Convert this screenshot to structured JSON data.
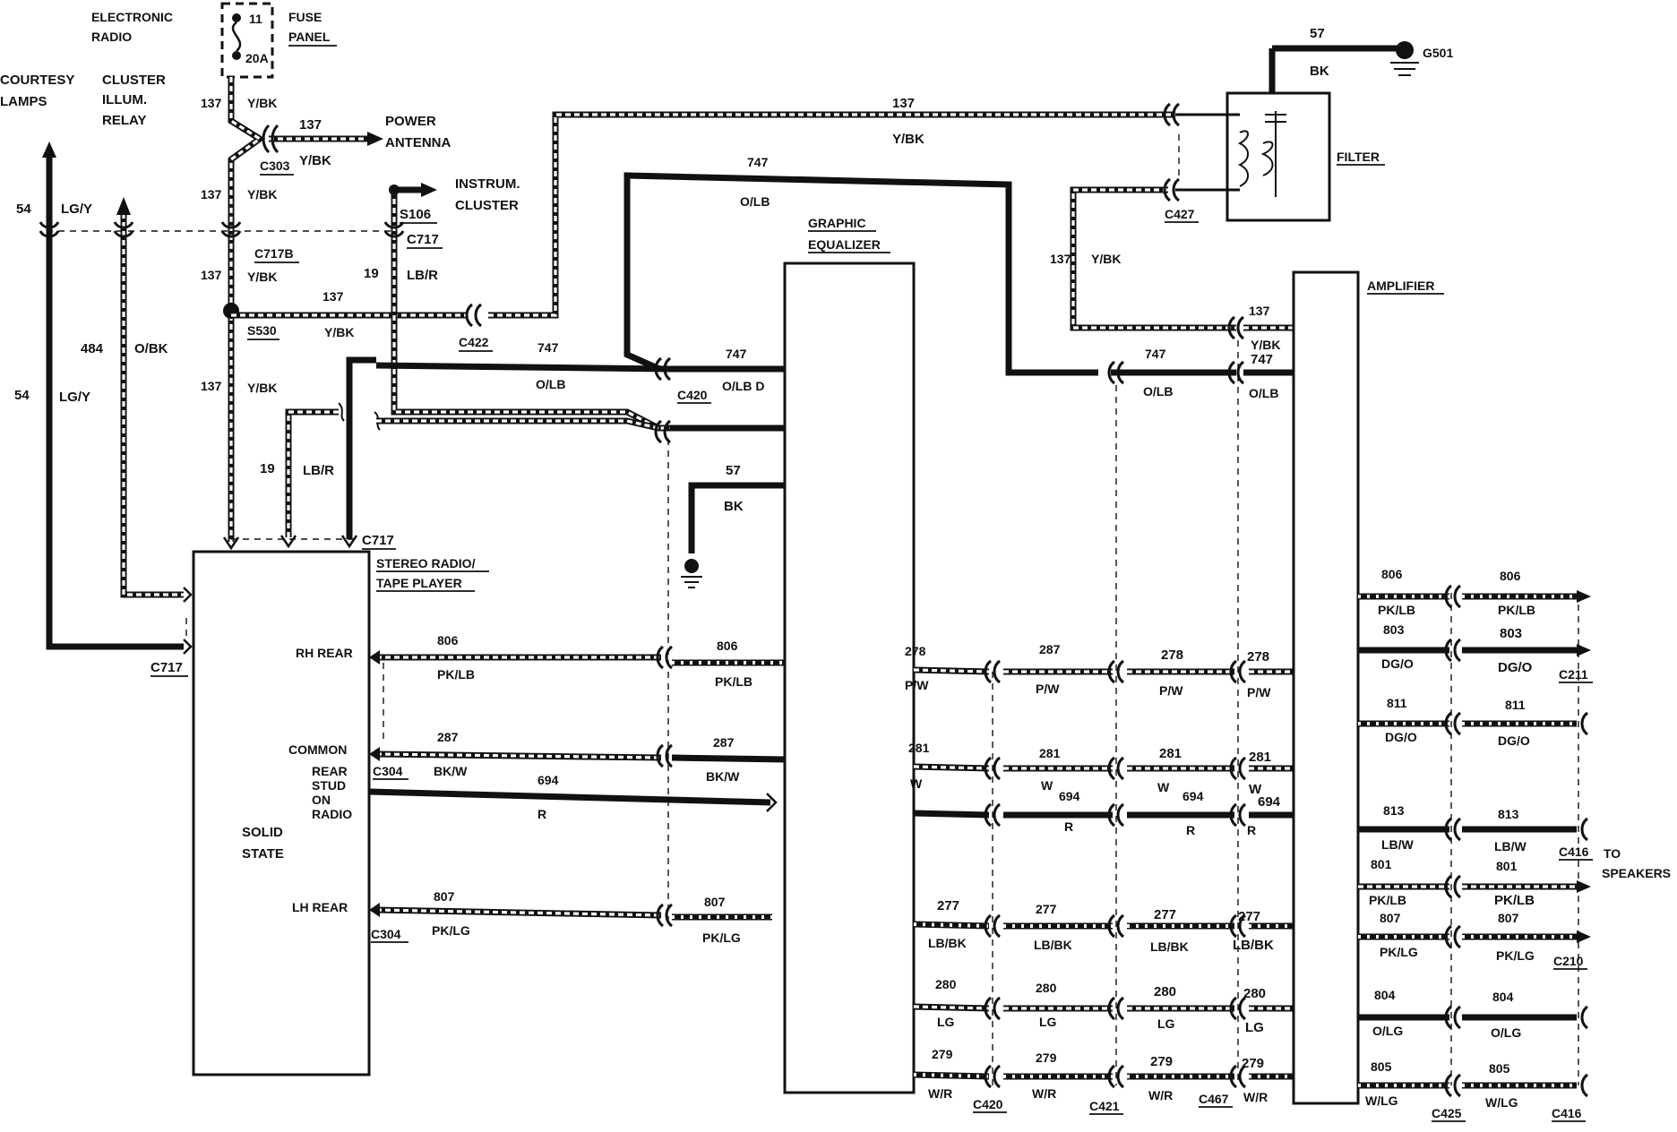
{
  "components": {
    "fuse": {
      "label": "FUSE PANEL",
      "line1": "FUSE",
      "line2": "PANEL",
      "pin_top": "11",
      "rating": "20A",
      "circuit_label_1": "ELECTRONIC",
      "circuit_label_2": "RADIO"
    },
    "courtesy_lamps": {
      "line1": "COURTESY",
      "line2": "LAMPS"
    },
    "cluster_relay": {
      "line1": "CLUSTER",
      "line2": "ILLUM.",
      "line3": "RELAY"
    },
    "power_antenna": {
      "line1": "POWER",
      "line2": "ANTENNA"
    },
    "instrument_cluster": {
      "line1": "INSTRUM.",
      "line2": "CLUSTER"
    },
    "radio": {
      "label1": "STEREO RADIO/",
      "label2": "TAPE PLAYER",
      "state1": "SOLID",
      "state2": "STATE",
      "rh_rear": "RH REAR",
      "common": "COMMON",
      "lh_rear": "LH REAR",
      "stud1": "REAR",
      "stud2": "STUD",
      "stud3": "ON",
      "stud4": "RADIO"
    },
    "equalizer": {
      "line1": "GRAPHIC",
      "line2": "EQUALIZER"
    },
    "amplifier": {
      "label": "AMPLIFIER"
    },
    "filter": {
      "label": "FILTER"
    },
    "ground": {
      "label": "G501"
    },
    "to_speakers": {
      "line1": "TO",
      "line2": "SPEAKERS"
    }
  },
  "connectors": {
    "c303": "C303",
    "c717b": "C717B",
    "s106": "S106",
    "c717a": "C717",
    "s530": "S530",
    "c422": "C422",
    "c427": "C427",
    "c420": "C420",
    "c717_radio": "C717",
    "c717_left": "C717",
    "c304a": "C304",
    "c304b": "C304",
    "c420b": "C420",
    "c421": "C421",
    "c467": "C467",
    "c211": "C211",
    "c416a": "C416",
    "c210": "C210",
    "c425": "C425",
    "c416b": "C416"
  },
  "wires": {
    "w137_fuse": "137",
    "yb_fuse": "Y/BK",
    "w137_ant": "137",
    "yb_ant": "Y/BK",
    "w137_b": "137",
    "yb_b": "Y/BK",
    "w137_c": "137",
    "yb_c": "Y/BK",
    "w137_s530": "137",
    "yb_s530": "Y/BK",
    "w137_d": "137",
    "yb_d": "Y/BK",
    "w137_top": "137",
    "yb_top": "Y/BK",
    "w137_filter": "137",
    "yb_filter": "Y/BK",
    "w137_amp": "137",
    "yb_amp": "Y/BK",
    "w57_top": "57",
    "bk_top": "BK",
    "w57_eq": "57",
    "bk_eq": "BK",
    "w54_a": "54",
    "lgy_a": "LG/Y",
    "w54_b": "54",
    "lgy_b": "LG/Y",
    "w484": "484",
    "obk": "O/BK",
    "w19_a": "19",
    "lbr_a": "LB/R",
    "w19_b": "19",
    "lbr_b": "LB/R",
    "w747_top": "747",
    "olb_top": "O/LB",
    "w747_eq": "747",
    "olbd_eq": "O/LB D",
    "w747_l": "747",
    "olb_l": "O/LB",
    "w747_r1": "747",
    "olb_r1": "O/LB",
    "w747_r2": "747",
    "olb_r2": "O/LB",
    "w806_a": "806",
    "pklb_a": "PK/LB",
    "w806_b": "806",
    "pklb_b": "PK/LB",
    "w287_a": "287",
    "bkw_a": "BK/W",
    "w287_b": "287",
    "bkw_b": "BK/W",
    "w694_a": "694",
    "r_a": "R",
    "w807_a": "807",
    "pklg_a": "PK/LG",
    "w807_b": "807",
    "pklg_b": "PK/LG",
    "w278_1": "278",
    "pw_1": "P/W",
    "w287_2": "287",
    "pw_2": "P/W",
    "w278_3": "278",
    "pw_3": "P/W",
    "w278_4": "278",
    "pw_4": "P/W",
    "w281_1": "281",
    "w_1": "W",
    "w281_2": "281",
    "w_2": "W",
    "w281_3": "281",
    "w_3": "W",
    "w281_4": "281",
    "w_4": "W",
    "w694_2": "694",
    "r_2": "R",
    "w694_3": "694",
    "r_3": "R",
    "w694_4": "694",
    "r_4": "R",
    "w277_1": "277",
    "lbbk_1": "LB/BK",
    "w277_2": "277",
    "lbbk_2": "LB/BK",
    "w277_3": "277",
    "lbbk_3": "LB/BK",
    "w277_4": "277",
    "lbbk_4": "LB/BK",
    "w280_1": "280",
    "lg_1": "LG",
    "w280_2": "280",
    "lg_2": "LG",
    "w280_3": "280",
    "lg_3": "LG",
    "w280_4": "280",
    "lg_4": "LG",
    "w279_1": "279",
    "wr_1": "W/R",
    "w279_2": "279",
    "wr_2": "W/R",
    "w279_3": "279",
    "wr_3": "W/R",
    "w279_4": "279",
    "wr_4": "W/R",
    "s806_a": "806",
    "s_pklb_a": "PK/LB",
    "s806_b": "806",
    "s_pklb_b": "PK/LB",
    "s803_a": "803",
    "s_dgo_a": "DG/O",
    "s803_b": "803",
    "s_dgo_b": "DG/O",
    "s811_a": "811",
    "s_dgo_c": "DG/O",
    "s811_b": "811",
    "s_dgo_d": "DG/O",
    "s813_a": "813",
    "s_lbw_a": "LB/W",
    "s813_b": "813",
    "s_lbw_b": "LB/W",
    "s801_a": "801",
    "s_pklb_c": "PK/LB",
    "s801_b": "801",
    "s_pklb_d": "PK/LB",
    "s807_a": "807",
    "s_pklg_a": "PK/LG",
    "s807_b": "807",
    "s_pklg_b": "PK/LG",
    "s804_a": "804",
    "s_olg_a": "O/LG",
    "s804_b": "804",
    "s_olg_b": "O/LG",
    "s805_a": "805",
    "s_wlg_a": "W/LG",
    "s805_b": "805",
    "s_wlg_b": "W/LG"
  }
}
